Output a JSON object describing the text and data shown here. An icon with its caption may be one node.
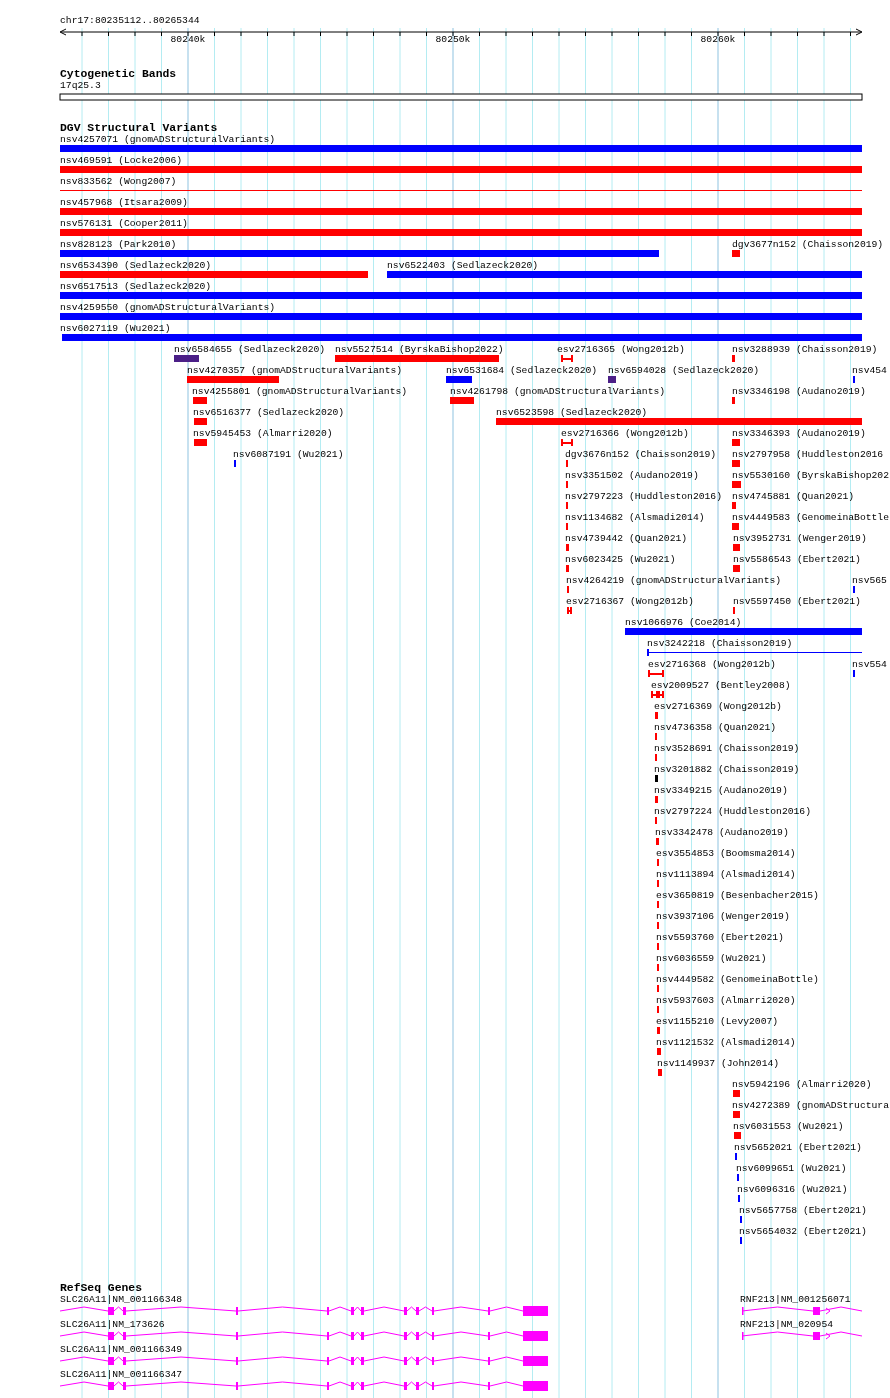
{
  "diagram": {
    "labels": [
      "chr17:80235112..80265344",
      "80240k",
      "80250k",
      "80260k",
      "Cytogenetic Bands",
      "17q25.3",
      "DGV Structural Variants",
      "nsv4257071 (gnomADStructuralVariants)",
      "nsv469591 (Locke2006)",
      "nsv833562 (Wong2007)",
      "nsv457968 (Itsara2009)",
      "nsv576131 (Cooper2011)",
      "nsv828123 (Park2010)",
      "dgv3677n152 (Chaisson2019)",
      "nsv6534390 (Sedlazeck2020)",
      "nsv6522403 (Sedlazeck2020)",
      "nsv6517513 (Sedlazeck2020)",
      "nsv4259550 (gnomADStructuralVariants)",
      "nsv6027119 (Wu2021)",
      "nsv6584655 (Sedlazeck2020)",
      "nsv5527514 (ByrskaBishop2022)",
      "esv2716365 (Wong2012b)",
      "nsv3288939 (Chaisson2019)",
      "nsv4270357 (gnomADStructuralVariants)",
      "nsv6531684 (Sedlazeck2020)",
      "nsv6594028 (Sedlazeck2020)",
      "nsv454",
      "nsv4255801 (gnomADStructuralVariants)",
      "nsv4261798 (gnomADStructuralVariants)",
      "nsv3346198 (Audano2019)",
      "nsv6516377 (Sedlazeck2020)",
      "nsv6523598 (Sedlazeck2020)",
      "nsv5945453 (Almarri2020)",
      "esv2716366 (Wong2012b)",
      "nsv3346393 (Audano2019)",
      "nsv6087191 (Wu2021)",
      "dgv3676n152 (Chaisson2019)",
      "nsv2797958 (Huddleston2016",
      "nsv3351502 (Audano2019)",
      "nsv5530160 (ByrskaBishop202",
      "nsv2797223 (Huddleston2016)",
      "nsv4745881 (Quan2021)",
      "nsv1134682 (Alsmadi2014)",
      "nsv4449583 (GenomeinaBottle",
      "nsv4739442 (Quan2021)",
      "nsv3952731 (Wenger2019)",
      "nsv6023425 (Wu2021)",
      "nsv5586543 (Ebert2021)",
      "nsv4264219 (gnomADStructuralVariants)",
      "nsv565",
      "esv2716367 (Wong2012b)",
      "nsv5597450 (Ebert2021)",
      "nsv1066976 (Coe2014)",
      "nsv3242218 (Chaisson2019)",
      "esv2716368 (Wong2012b)",
      "nsv554",
      "esv2009527 (Bentley2008)",
      "esv2716369 (Wong2012b)",
      "nsv4736358 (Quan2021)",
      "nsv3528691 (Chaisson2019)",
      "nsv3201882 (Chaisson2019)",
      "nsv3349215 (Audano2019)",
      "nsv2797224 (Huddleston2016)",
      "nsv3342478 (Audano2019)",
      "esv3554853 (Boomsma2014)",
      "nsv1113894 (Alsmadi2014)",
      "esv3650819 (Besenbacher2015)",
      "nsv3937106 (Wenger2019)",
      "nsv5593760 (Ebert2021)",
      "nsv6036559 (Wu2021)",
      "nsv4449582 (GenomeinaBottle)",
      "nsv5937603 (Almarri2020)",
      "esv1155210 (Levy2007)",
      "nsv1121532 (Alsmadi2014)",
      "nsv1149937 (John2014)",
      "nsv5942196 (Almarri2020)",
      "nsv4272389 (gnomADStructura",
      "nsv6031553 (Wu2021)",
      "nsv5652021 (Ebert2021)",
      "nsv6099651 (Wu2021)",
      "nsv6096316 (Wu2021)",
      "nsv5657758 (Ebert2021)",
      "nsv5654032 (Ebert2021)",
      "RefSeq Genes",
      "SLC26A11|NM_001166348",
      "RNF213|NM_001256071",
      "SLC26A11|NM_173626",
      "RNF213|NM_020954",
      "SLC26A11|NM_001166349",
      "SLC26A11|NM_001166347"
    ]
  }
}
